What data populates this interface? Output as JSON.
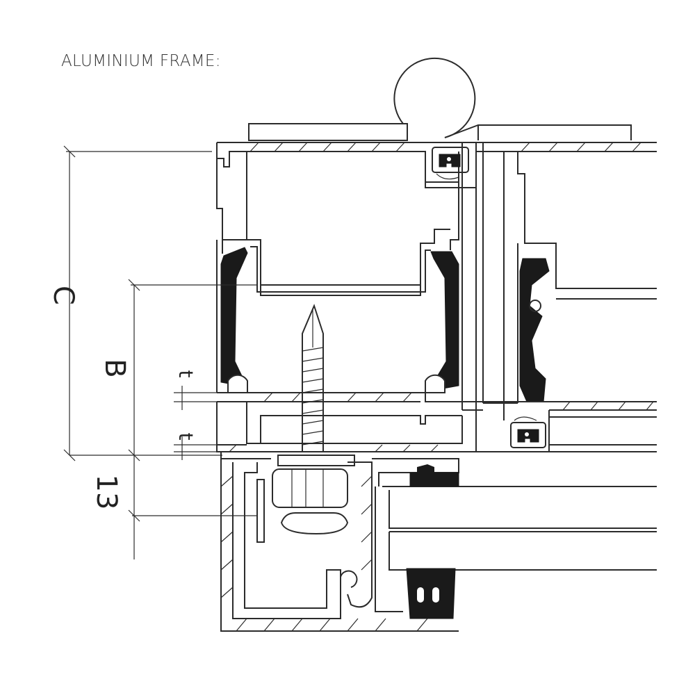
{
  "title": "ALUMINIUM FRAME:",
  "dimensions": {
    "c": "C",
    "b": "B",
    "t_upper": "t",
    "t_lower": "t",
    "d13": "13"
  }
}
